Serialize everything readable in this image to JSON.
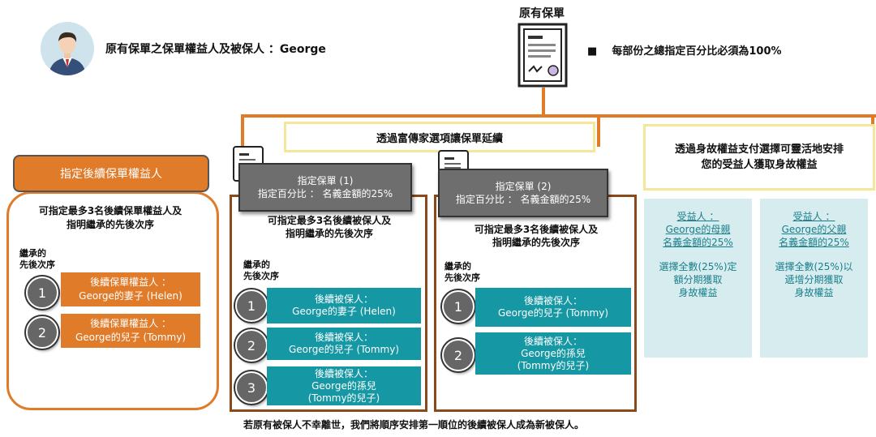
{
  "owner_text": "原有保單之保單權益人及被保人 ：George",
  "doc_title": "原有保單",
  "bullet_text": "每部份之總指定百分比必須為100%",
  "continue_box": "透過富傳家選項讓保單延續",
  "death_box": [
    "透過身故權益支付選擇可靈活地安排",
    "您的受益人獲取身故權益"
  ],
  "left": {
    "header": "指定後續保單權益人",
    "desc": [
      "可指定最多3名後續保單權益人及",
      "指明繼承的先後次序"
    ],
    "order_label": [
      "繼承的",
      "先後次序"
    ],
    "items": [
      {
        "num": "1",
        "line1": "後續保單權益人 ：",
        "line2": "George的妻子 (Helen)"
      },
      {
        "num": "2",
        "line1": "後續保單權益人 ：",
        "line2": "George的兒子 (Tommy)"
      }
    ]
  },
  "policy1": {
    "title": "指定保單 (1)",
    "pct": "指定百分比 ： 名義金額的25%",
    "desc": [
      "可指定最多3名後續被保人及",
      "指明繼承的先後次序"
    ],
    "order_label": [
      "繼承的",
      "先後次序"
    ],
    "items": [
      {
        "num": "1",
        "lines": [
          "後續被保人：",
          "George的妻子 (Helen)"
        ]
      },
      {
        "num": "2",
        "lines": [
          "後續被保人：",
          "George的兒子 (Tommy)"
        ]
      },
      {
        "num": "3",
        "lines": [
          "後續被保人：",
          "George的孫兒",
          "(Tommy的兒子)"
        ]
      }
    ]
  },
  "policy2": {
    "title": "指定保單 (2)",
    "pct": "指定百分比 ： 名義金額的25%",
    "desc": [
      "可指定最多3名後續被保人及",
      "指明繼承的先後次序"
    ],
    "order_label": [
      "繼承的",
      "先後次序"
    ],
    "items": [
      {
        "num": "1",
        "lines": [
          "後續被保人：",
          "George的兒子 (Tommy)"
        ]
      },
      {
        "num": "2",
        "lines": [
          "後續被保人：",
          "George的孫兒",
          "(Tommy的兒子)"
        ]
      }
    ]
  },
  "ben1": {
    "head": [
      "受益人 ：",
      "George的母親",
      "名義金額的25%"
    ],
    "body": [
      "選擇全數(25%)定",
      "額分期獲取",
      "身故權益"
    ]
  },
  "ben2": {
    "head": [
      "受益人 ：",
      "George的父親",
      "名義金額的25%"
    ],
    "body": [
      "選擇全數(25%)以",
      "遞增分期獲取",
      "身故權益"
    ]
  },
  "footer": "若原有被保人不幸離世，我們將順序安排第一順位的後續被保人成為新被保人。",
  "colors": {
    "orange": "#e07b2a",
    "teal": "#1597a4",
    "light_teal": "#d6ecee",
    "yellow_border": "#f4e79a",
    "dark_brown": "#8a4a1a"
  }
}
